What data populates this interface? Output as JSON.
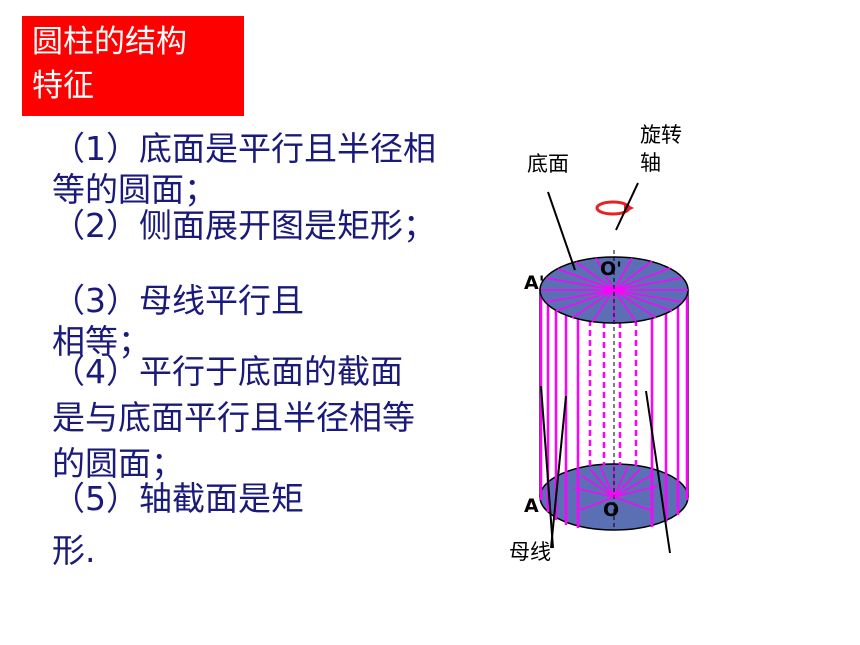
{
  "title": {
    "line1": "圆柱的结构",
    "line2": "特征"
  },
  "features": [
    {
      "line1": "（1）底面是平行且半径相",
      "line2": "等的圆面；"
    },
    {
      "line1": "（2）侧面展开图是矩形；"
    },
    {
      "line1": "（3）母线平行且",
      "line2": "相等；"
    },
    {
      "line1": "（4）平行于底面的截面",
      "line2": "是与底面平行且半径相等",
      "line3": "的圆面；"
    },
    {
      "line1": "（5）轴截面是矩",
      "line2": "形."
    }
  ],
  "diagram": {
    "label_base": "底面",
    "label_axis_line1": "旋转",
    "label_axis_line2": "轴",
    "label_generatrix": "母线",
    "point_A_prime": "A'",
    "point_O_prime": "O'",
    "point_A": "A",
    "point_O": "O",
    "colors": {
      "face_fill": "#5b6fb5",
      "generatrix": "#ff00ff",
      "arrow": "#e82020",
      "outline": "#000000"
    }
  }
}
